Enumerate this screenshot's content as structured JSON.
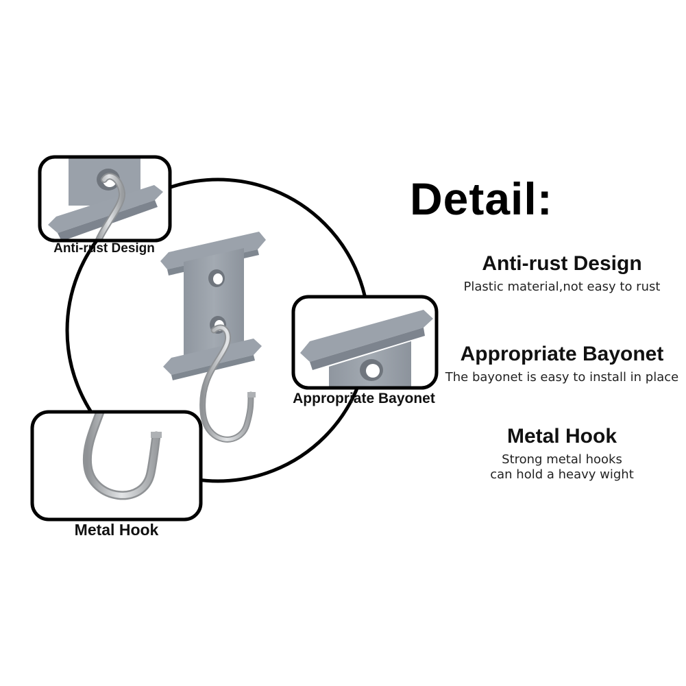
{
  "callouts": [
    {
      "label": "Anti-rust Design"
    },
    {
      "label": "Appropriate Bayonet"
    },
    {
      "label": "Metal Hook"
    }
  ],
  "detail": {
    "title": "Detail:",
    "features": [
      {
        "title": "Anti-rust Design",
        "desc_lines": [
          "Plastic material,not easy to rust"
        ]
      },
      {
        "title": "Appropriate Bayonet",
        "desc_lines": [
          "The bayonet is easy to install in place"
        ]
      },
      {
        "title": "Metal Hook",
        "desc_lines": [
          "Strong metal hooks",
          "can hold a heavy wight"
        ]
      }
    ]
  },
  "colors": {
    "plastic": "#9aa1aa",
    "plastic_dark": "#7d848e",
    "metal": "#b9bbbe",
    "outline": "#000000",
    "text": "#111111"
  },
  "icons": [
    "bayonet-clip-icon",
    "s-hook-icon"
  ]
}
